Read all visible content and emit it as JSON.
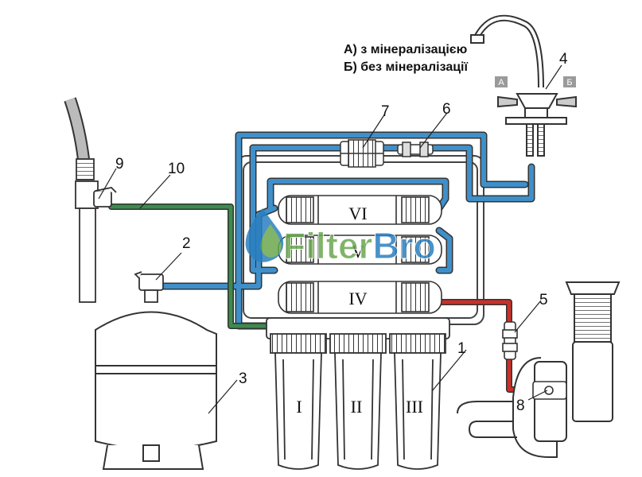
{
  "legend": {
    "line_a": "А) з мінералізацією",
    "line_b": "Б) без мінералізації"
  },
  "faucet_badges": {
    "a": "А",
    "b": "Б"
  },
  "watermark": {
    "brand": "FilterBro"
  },
  "callouts": {
    "n1": "1",
    "n2": "2",
    "n3": "3",
    "n4": "4",
    "n5": "5",
    "n6": "6",
    "n7": "7",
    "n8": "8",
    "n9": "9",
    "n10": "10"
  },
  "stages": {
    "s1": "I",
    "s2": "II",
    "s3": "III",
    "s4": "IV",
    "s5": "V",
    "s6": "VI"
  },
  "colors": {
    "pipe_blue": "#3f8fc9",
    "pipe_green": "#3e8a4e",
    "pipe_red": "#c8302a",
    "outline": "#333333",
    "watermark_green": "#6aa84f",
    "watermark_blue": "#2a7fc0",
    "badge_gray": "#9a9a9a"
  }
}
